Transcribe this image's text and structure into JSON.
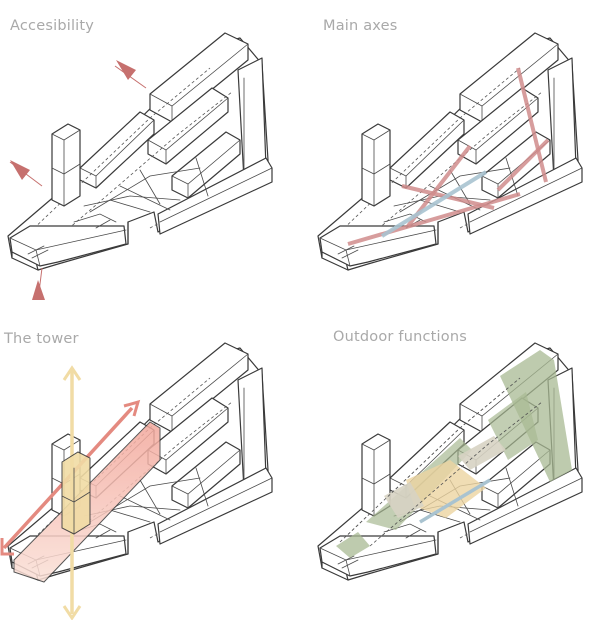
{
  "panels": [
    {
      "id": "accesibility",
      "caption": "Accesibility"
    },
    {
      "id": "main-axes",
      "caption": "Main axes"
    },
    {
      "id": "the-tower",
      "caption": "The tower"
    },
    {
      "id": "outdoor-functions",
      "caption": "Outdoor functions"
    }
  ],
  "colors": {
    "outline": "#3a3a3a",
    "access_arrow": "#c6706e",
    "axis_red": "#d08c8c",
    "axis_blue": "#a9c3d0",
    "tower_gradient_top": "#f3a79b",
    "tower_gradient_bottom": "#fbe1d8",
    "tower_vertical": "#f1dca5",
    "green_space": "#a8b993",
    "sand_space": "#ecd4a1",
    "grey_space": "#d7d3c3"
  }
}
